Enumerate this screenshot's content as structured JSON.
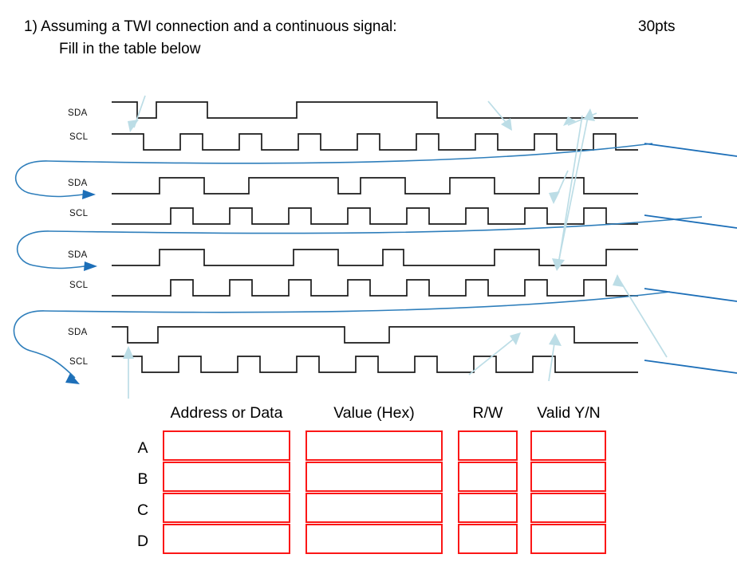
{
  "question": {
    "number_and_text": "1) Assuming a TWI connection and a continuous signal:",
    "subtext": "Fill in the table below",
    "points": "30pts"
  },
  "waveforms": {
    "signal_labels": [
      "SDA",
      "SCL"
    ],
    "groups": [
      {
        "index": 1,
        "sda_label": "SDA",
        "scl_label": "SCL"
      },
      {
        "index": 2,
        "sda_label": "SDA",
        "scl_label": "SCL"
      },
      {
        "index": 3,
        "sda_label": "SDA",
        "scl_label": "SCL"
      },
      {
        "index": 4,
        "sda_label": "SDA",
        "scl_label": "SCL"
      }
    ],
    "colors": {
      "trace": "#1a1a1a",
      "wrap_connector": "#2e7ebb",
      "annotation_arrow": "#bcdde6"
    }
  },
  "table": {
    "headers": [
      "Address or Data",
      "Value (Hex)",
      "R/W",
      "Valid Y/N"
    ],
    "row_labels": [
      "A",
      "B",
      "C",
      "D"
    ],
    "cells": [
      [
        "",
        "",
        "",
        ""
      ],
      [
        "",
        "",
        "",
        ""
      ],
      [
        "",
        "",
        "",
        ""
      ],
      [
        "",
        "",
        "",
        ""
      ]
    ],
    "box_border_color": "#fb1717"
  }
}
